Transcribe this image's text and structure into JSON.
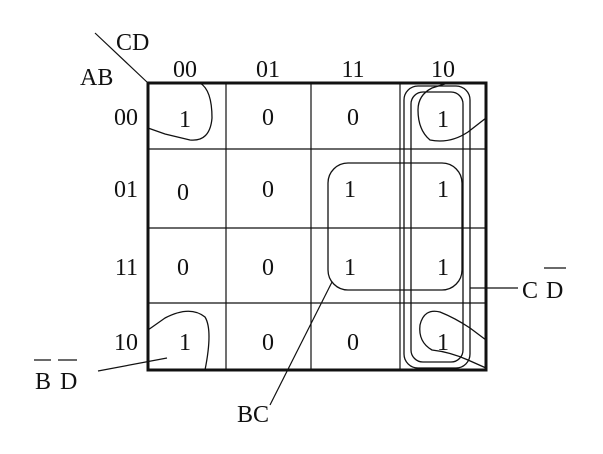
{
  "labels": {
    "col_var": "CD",
    "row_var": "AB"
  },
  "col_headers": [
    "00",
    "01",
    "11",
    "10"
  ],
  "row_headers": [
    "00",
    "01",
    "11",
    "10"
  ],
  "cells": [
    [
      "1",
      "0",
      "0",
      "1"
    ],
    [
      "0",
      "0",
      "1",
      "1"
    ],
    [
      "0",
      "0",
      "1",
      "1"
    ],
    [
      "1",
      "0",
      "0",
      "1"
    ]
  ],
  "groups": {
    "bd": {
      "first": "B",
      "second": "D"
    },
    "bc": "BC",
    "cd": {
      "first": "C",
      "second": "D"
    }
  }
}
